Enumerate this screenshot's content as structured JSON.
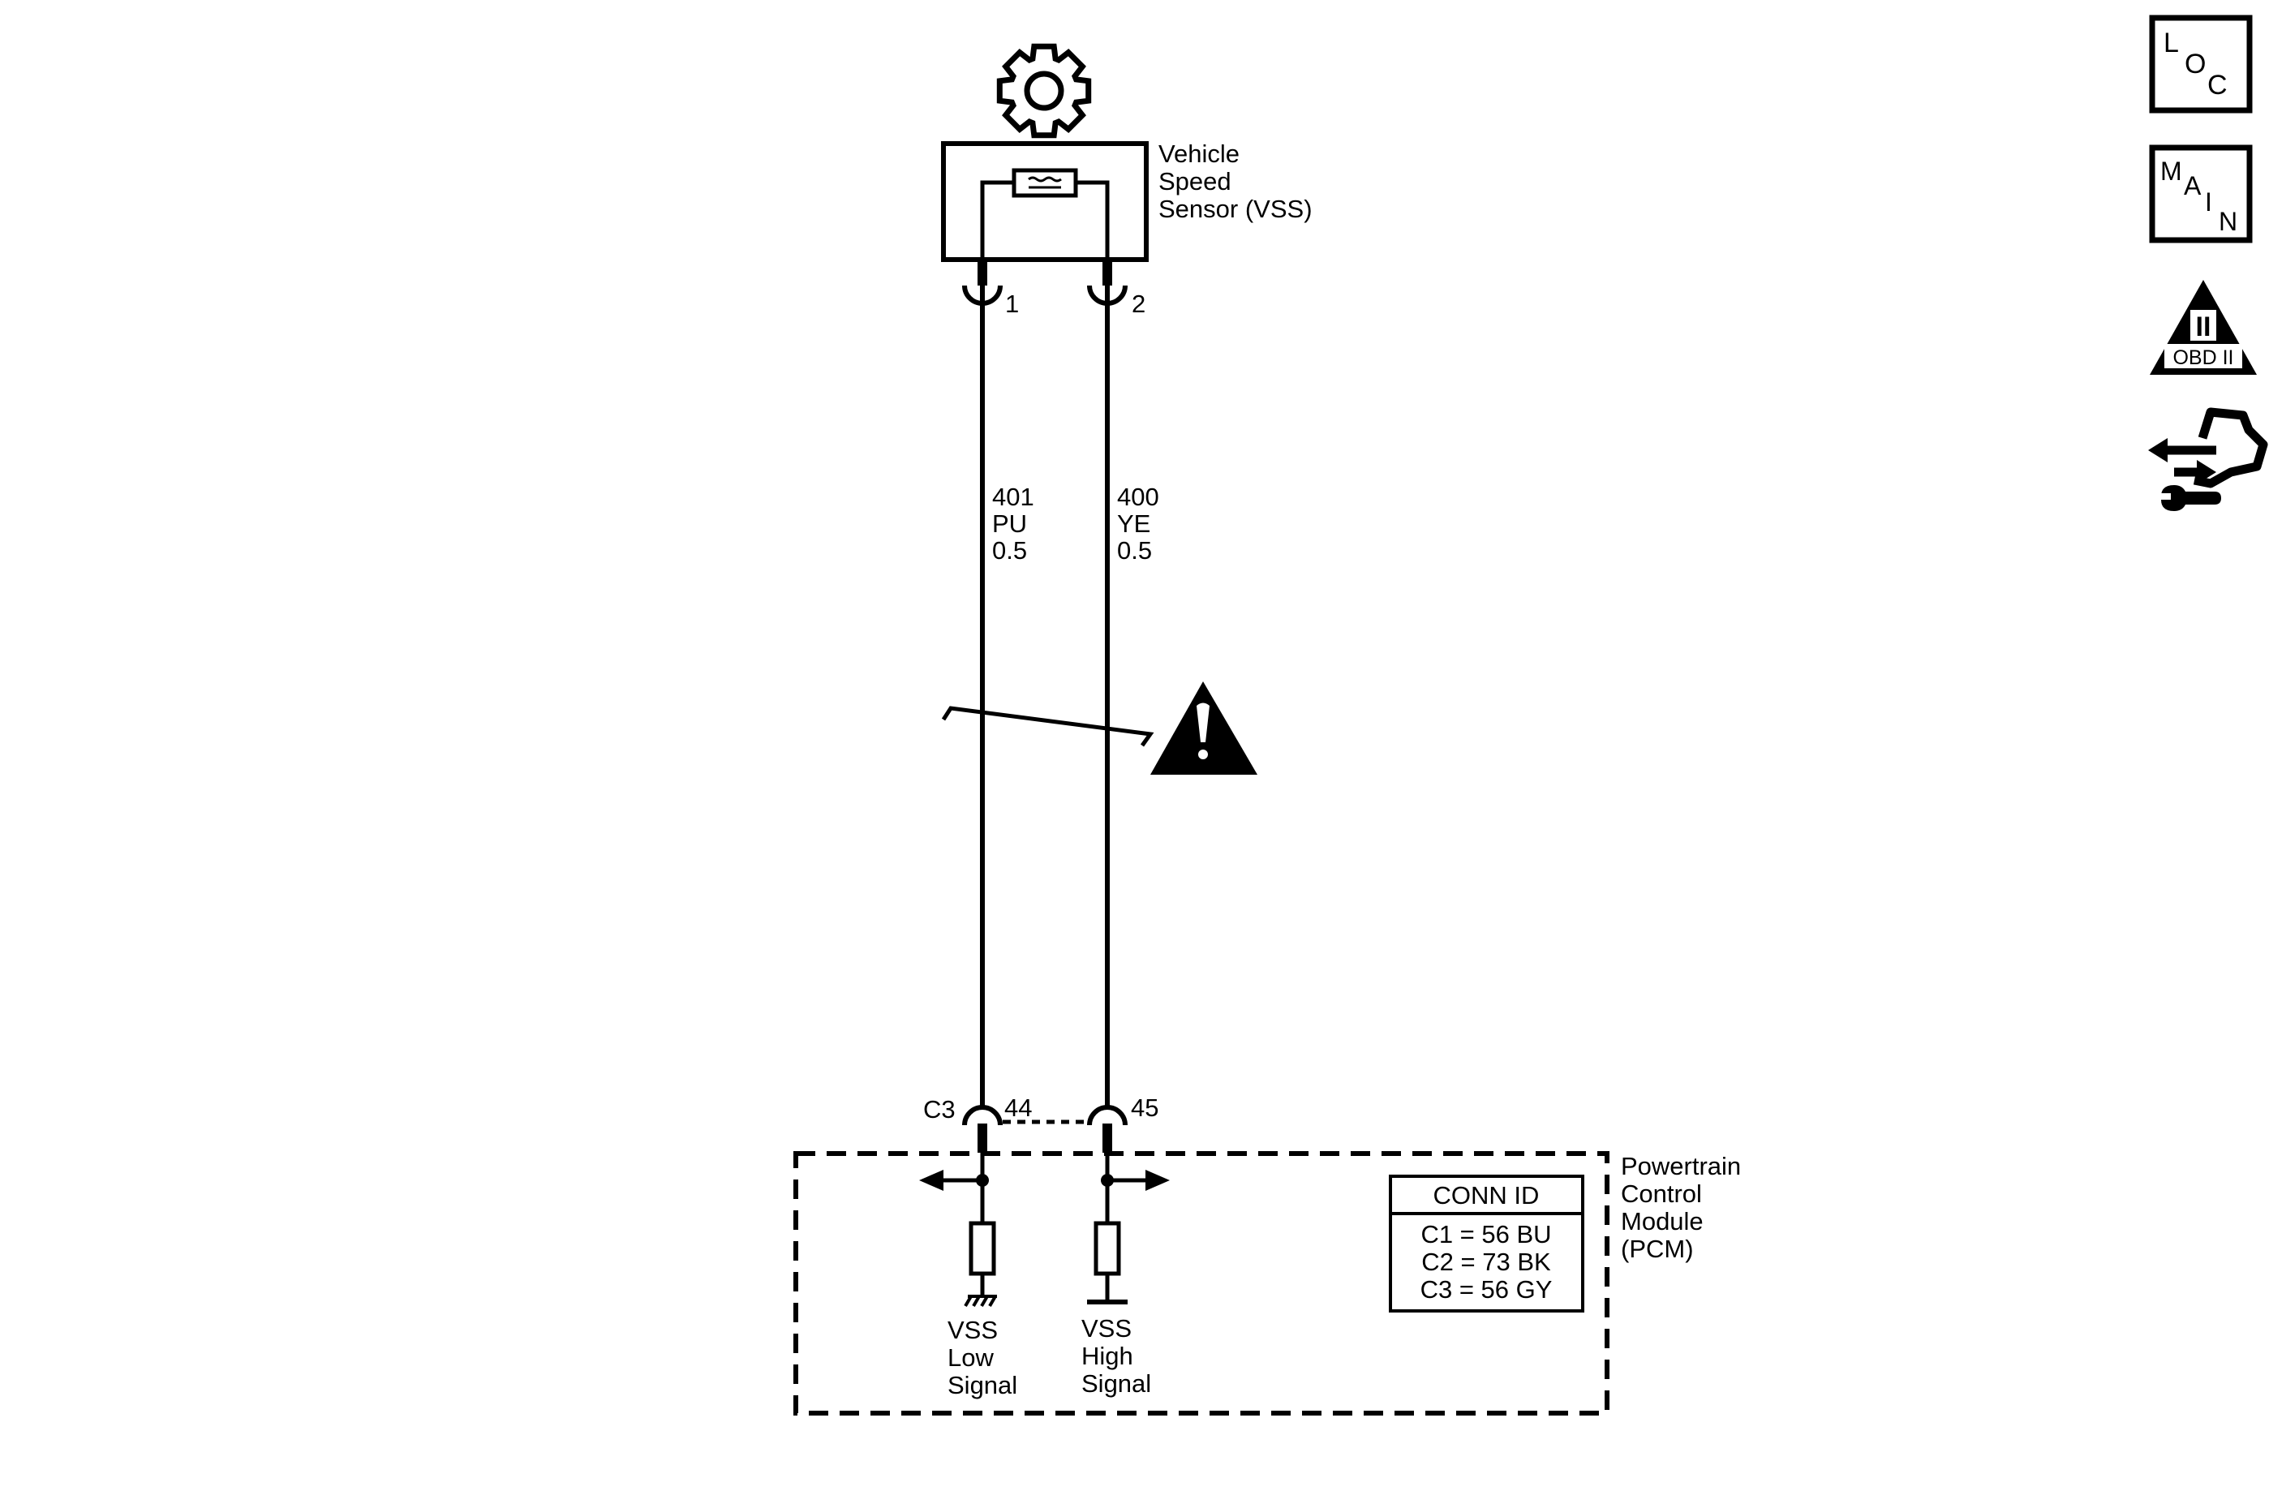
{
  "sensor": {
    "label_lines": [
      "Vehicle",
      "Speed",
      "Sensor (VSS)"
    ],
    "pin_left": "1",
    "pin_right": "2"
  },
  "wires": [
    {
      "circuit": "401",
      "color": "PU",
      "gauge": "0.5"
    },
    {
      "circuit": "400",
      "color": "YE",
      "gauge": "0.5"
    }
  ],
  "pcm": {
    "connector": "C3",
    "pin_left": "44",
    "pin_right": "45",
    "label_lines": [
      "Powertrain",
      "Control",
      "Module",
      "(PCM)"
    ],
    "signal_low": [
      "VSS",
      "Low",
      "Signal"
    ],
    "signal_high": [
      "VSS",
      "High",
      "Signal"
    ],
    "conn_id": {
      "title": "CONN ID",
      "rows": [
        "C1 = 56 BU",
        "C2 = 73 BK",
        "C3 = 56 GY"
      ]
    }
  },
  "side_icons": {
    "loc": {
      "letters": [
        "L",
        "O",
        "C"
      ]
    },
    "main": {
      "letters": [
        "M",
        "A",
        "I",
        "N"
      ]
    },
    "obd": {
      "numeral": "II",
      "caption": "OBD II"
    }
  }
}
